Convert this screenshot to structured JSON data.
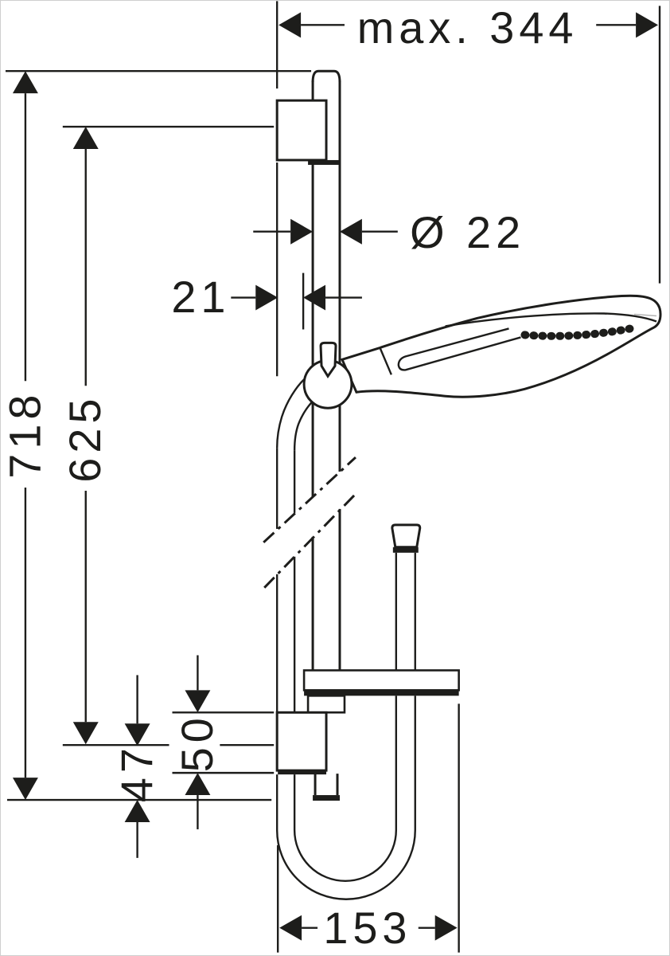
{
  "dimensions": {
    "max_width": "max. 344",
    "rail_diameter": "Ø 22",
    "wall_clearance": "21",
    "overall_height": "718",
    "holder_distance": "625",
    "holder_height": "50",
    "lower_offset": "47",
    "base_depth": "153"
  },
  "colors": {
    "line": "#1d1d1b",
    "background": "#ffffff",
    "frame": "#cfcfcf"
  }
}
